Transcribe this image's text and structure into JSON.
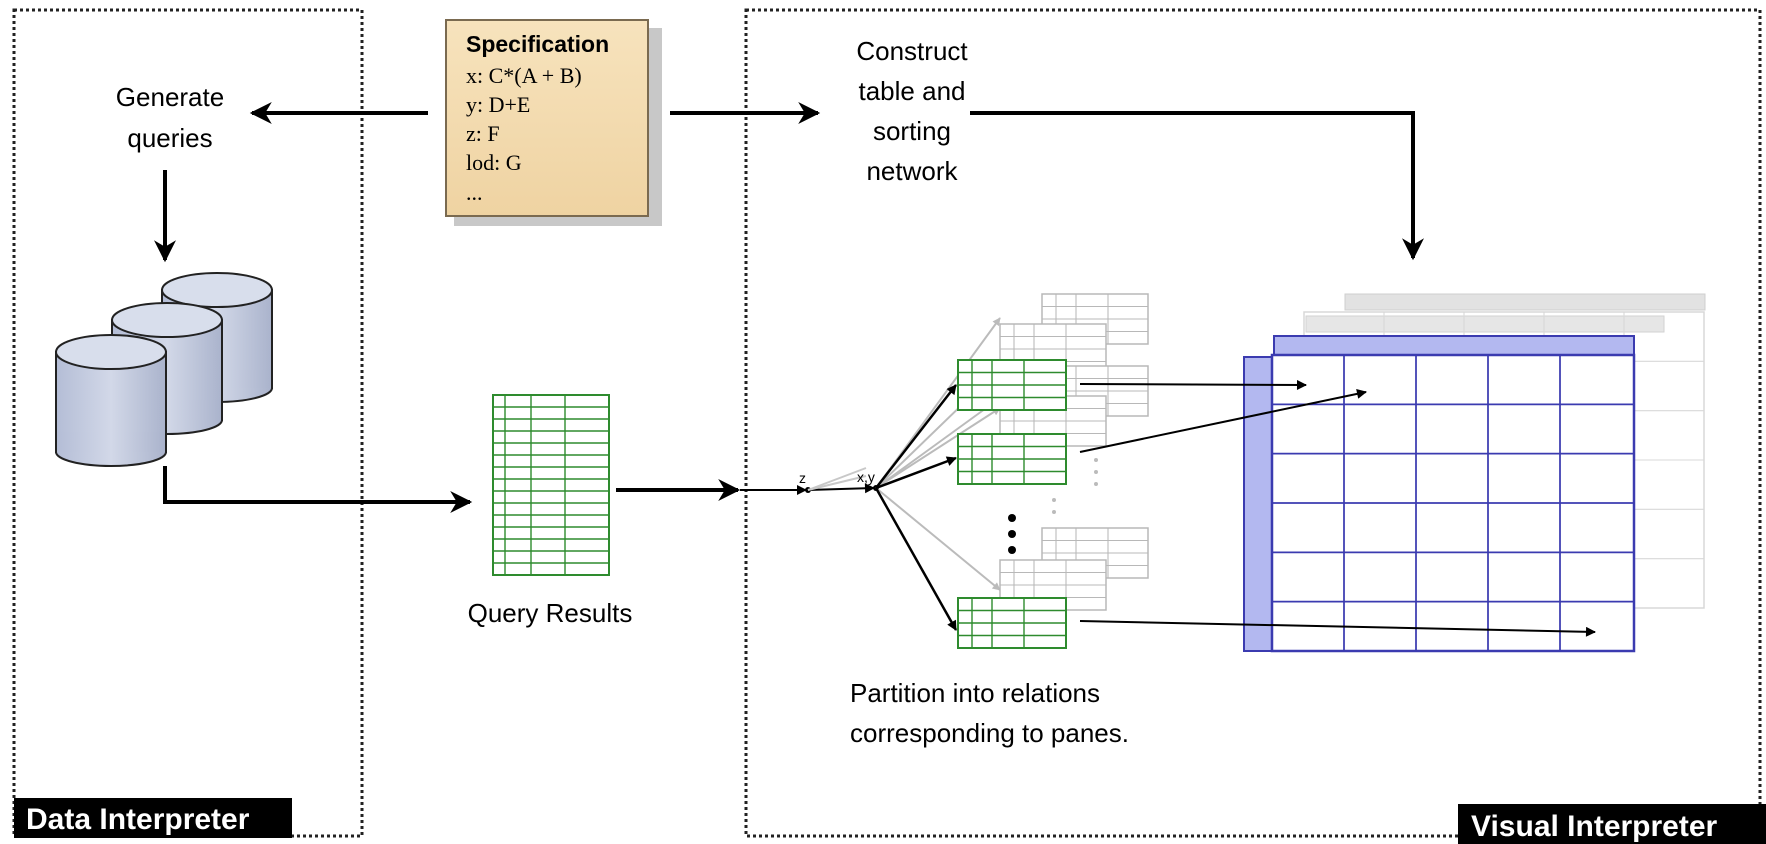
{
  "panels": {
    "data_interpreter": {
      "label": "Data Interpreter"
    },
    "visual_interpreter": {
      "label": "Visual Interpreter"
    }
  },
  "specification": {
    "title": "Specification",
    "lines": [
      "x: C*(A + B)",
      "y: D+E",
      "z: F",
      "lod: G",
      "..."
    ]
  },
  "labels": {
    "generate_queries": [
      "Generate",
      "queries"
    ],
    "construct_table": [
      "Construct",
      "table and",
      "sorting",
      "network"
    ],
    "query_results": "Query Results",
    "partition": [
      "Partition into relations",
      "corresponding to panes."
    ],
    "node_z": "z",
    "node_xy": "x,y"
  },
  "colors": {
    "spec_fill": "#f5deb3",
    "query_table": "#2e8b2e",
    "pane_grid": "#3b3bb0",
    "pane_header": "#b3b8f0",
    "cylinder_fill": "#c3cbe0",
    "ghost": "#b8b8b8"
  }
}
